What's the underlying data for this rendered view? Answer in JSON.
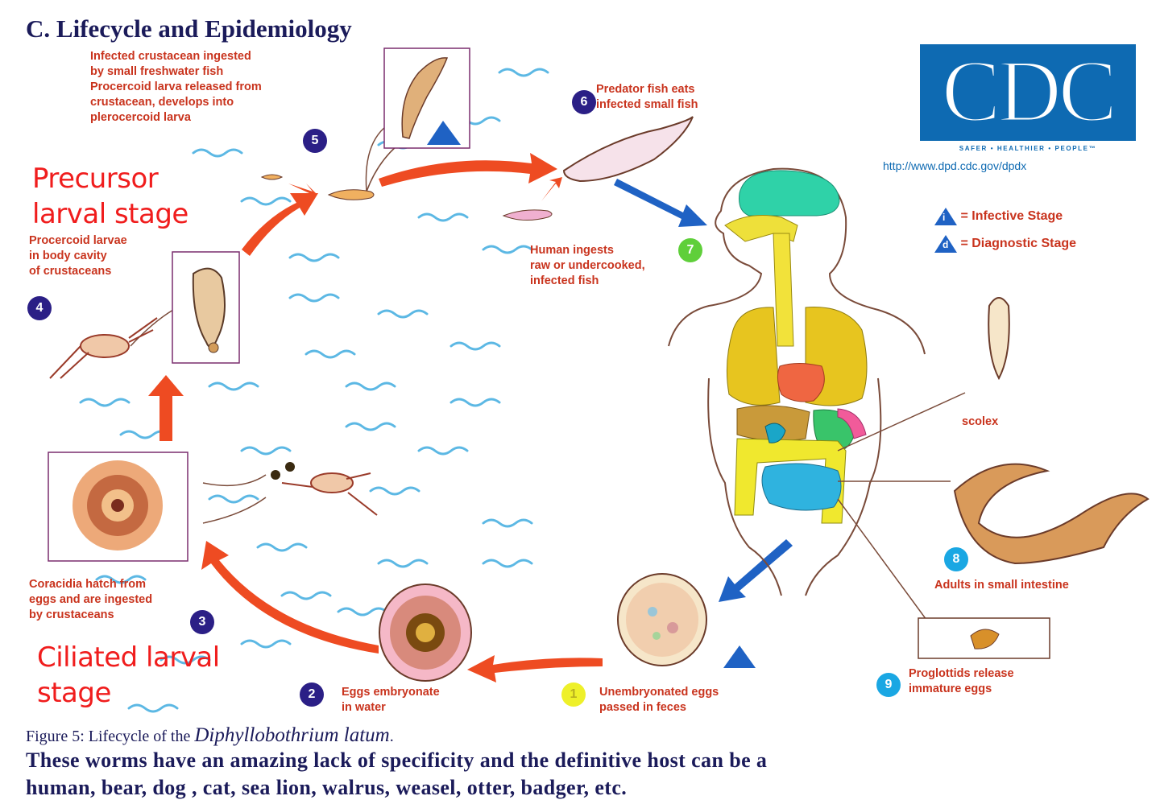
{
  "title": "C. Lifecycle and Epidemiology",
  "cdc": {
    "logo": "CDC",
    "tagline": "SAFER • HEALTHIER • PEOPLE™",
    "url": "http://www.dpd.cdc.gov/dpdx"
  },
  "legend": {
    "infective_symbol": "i",
    "infective": "= Infective Stage",
    "diagnostic_symbol": "d",
    "diagnostic": "= Diagnostic Stage"
  },
  "stages": [
    {
      "number": "1",
      "lines": [
        "Unembryonated eggs",
        "passed in feces"
      ]
    },
    {
      "number": "2",
      "lines": [
        "Eggs embryonate",
        "in water"
      ]
    },
    {
      "number": "3",
      "lines": [
        "Coracidia hatch from",
        "eggs and are ingested",
        "by crustaceans"
      ]
    },
    {
      "number": "4",
      "lines": [
        "Procercoid larvae",
        "in body cavity",
        "of crustaceans"
      ]
    },
    {
      "number": "5",
      "lines": [
        "Infected crustacean ingested",
        "by small freshwater fish",
        "Procercoid larva released from",
        "crustacean, develops into",
        "plerocercoid larva"
      ]
    },
    {
      "number": "6",
      "lines": [
        "Predator fish eats",
        "infected small fish"
      ]
    },
    {
      "number": "7",
      "lines": [
        "Human ingests",
        "raw or undercooked,",
        "infected fish"
      ]
    },
    {
      "number": "8",
      "lines": [
        "Adults in small intestine"
      ]
    },
    {
      "number": "9",
      "lines": [
        "Proglottids release",
        "immature eggs"
      ]
    }
  ],
  "scolex_label": "scolex",
  "overlay": {
    "precursor": [
      "Precursor",
      "larval stage"
    ],
    "ciliated": [
      "Ciliated larval",
      "stage"
    ]
  },
  "caption": {
    "prefix": "Figure 5: Lifecycle of the ",
    "species": "Diphyllobothrium latum",
    "suffix": "."
  },
  "body_text": [
    "These worms have an amazing lack of specificity and the definitive host can be a",
    "human, bear, dog , cat, sea lion, walrus, weasel, otter, badger, etc."
  ],
  "colors": {
    "arrow_red": "#ee4b22",
    "arrow_blue": "#1f62c4",
    "label_red": "#c9341e",
    "number_purple": "#2b1f86",
    "number_cyan": "#1aa7e3",
    "number_yellow": "#eef02a",
    "cdc_blue": "#0e6ab2"
  }
}
